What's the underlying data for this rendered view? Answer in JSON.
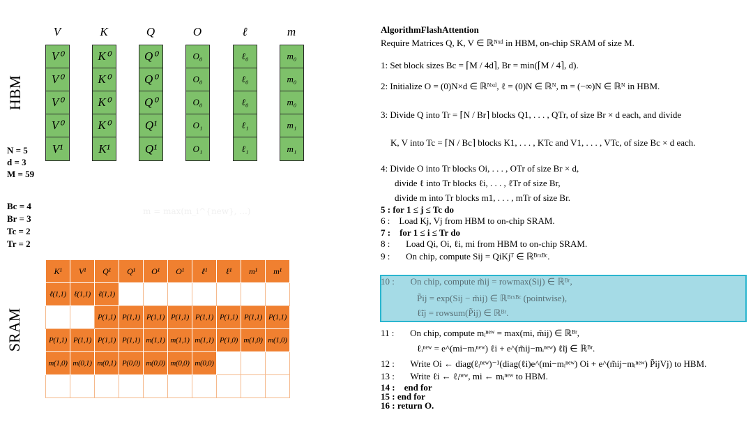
{
  "diagram": {
    "hbm_label": "HBM",
    "sram_label": "SRAM",
    "faint_overlay": "m = max(m_i^{new}, ...)",
    "hbm": {
      "columns": [
        {
          "header": "V",
          "cells": [
            "V⁰",
            "V⁰",
            "V⁰",
            "V⁰",
            "V¹"
          ]
        },
        {
          "header": "K",
          "cells": [
            "K⁰",
            "K⁰",
            "K⁰",
            "K⁰",
            "K¹"
          ]
        },
        {
          "header": "Q",
          "cells": [
            "Q⁰",
            "Q⁰",
            "Q⁰",
            "Q¹",
            "Q¹"
          ]
        },
        {
          "header": "O",
          "cells": [
            "O₀",
            "O₀",
            "O₀",
            "O₁",
            "O₁"
          ]
        },
        {
          "header": "ℓ",
          "cells": [
            "ℓ₀",
            "ℓ₀",
            "ℓ₀",
            "ℓ₁",
            "ℓ₁"
          ]
        },
        {
          "header": "m",
          "cells": [
            "m₀",
            "m₀",
            "m₀",
            "m₁",
            "m₁"
          ]
        }
      ]
    },
    "params_top": [
      "N = 5",
      "d = 3",
      "M = 59"
    ],
    "params_bottom": [
      "Bc = 4",
      "Br = 3",
      "Tc = 2",
      "Tr = 2"
    ],
    "sram_rows": [
      {
        "cells": [
          "K¹",
          "V¹",
          "Q¹",
          "Q¹",
          "O¹",
          "O¹",
          "ℓ¹",
          "ℓ¹",
          "m¹",
          "m¹"
        ],
        "fill": [
          1,
          1,
          1,
          1,
          1,
          1,
          1,
          1,
          1,
          1
        ]
      },
      {
        "cells": [
          "ℓ(1,1)",
          "ℓ(1,1)",
          "ℓ(1,1)",
          "",
          "",
          "",
          "",
          "",
          "",
          ""
        ],
        "fill": [
          1,
          1,
          1,
          0,
          0,
          0,
          0,
          0,
          0,
          0
        ]
      },
      {
        "cells": [
          "",
          "",
          "P(1,1)",
          "P(1,1)",
          "P(1,1)",
          "P(1,1)",
          "P(1,1)",
          "P(1,1)",
          "P(1,1)",
          "P(1,1)"
        ],
        "fill": [
          0,
          0,
          1,
          1,
          1,
          1,
          1,
          1,
          1,
          1
        ]
      },
      {
        "cells": [
          "P(1,1)",
          "P(1,1)",
          "P(1,1)",
          "P(1,1)",
          "m(1,1)",
          "m(1,1)",
          "m(1,1)",
          "P(1,0)",
          "m(1,0)",
          "m(1,0)"
        ],
        "fill": [
          1,
          1,
          1,
          1,
          1,
          1,
          1,
          1,
          1,
          1
        ]
      },
      {
        "cells": [
          "m(1,0)",
          "m(0,1)",
          "m(0,1)",
          "P(0,0)",
          "m(0,0)",
          "m(0,0)",
          "m(0,0)",
          "",
          "",
          ""
        ],
        "fill": [
          1,
          1,
          1,
          1,
          1,
          1,
          1,
          0,
          0,
          0
        ]
      },
      {
        "cells": [
          "",
          "",
          "",
          "",
          "",
          "",
          "",
          "",
          "",
          ""
        ],
        "fill": [
          0,
          0,
          0,
          0,
          0,
          0,
          0,
          0,
          0,
          0
        ]
      }
    ]
  },
  "algorithm": {
    "title": "AlgorithmFlashAttention",
    "require": "Require Matrices Q, K, V ∈ ℝᴺˣᵈ in HBM, on-chip SRAM of size M.",
    "s1": "1: Set block sizes Bc = ⌈M / 4d⌉, Br = min(⌈M / 4⌉, d).",
    "s2": "2: Initialize O = (0)N×d ∈ ℝᴺˣᵈ, ℓ = (0)N ∈ ℝᴺ, m = (−∞)N ∈ ℝᴺ in HBM.",
    "s3a": "3: Divide Q into Tr = ⌈N / Br⌉ blocks Q1, . . . , QTr, of size Br × d each, and divide",
    "s3b": "K, V into Tc = ⌈N / Bc⌉ blocks K1, . . . , KTc and V1, . . . , VTc, of size Bc × d each.",
    "s4a": "4: Divide O into Tr blocks Oi, . . . , OTr of size Br × d,",
    "s4b": "divide ℓ into Tr blocks ℓi, . . . , ℓTr of size Br,",
    "s4c": "divide m into Tr blocks m1, . . . , mTr of size Br.",
    "s5": "5 : for 1 ≤ j ≤ Tc do",
    "s6": "6 :    Load Kj, Vj from HBM to on-chip SRAM.",
    "s7": "7 :    for 1 ≤ i ≤ Tr do",
    "s8": "8 :       Load Qi, Oi, ℓi, mi from HBM to on-chip SRAM.",
    "s9": "9 :       On chip, compute Sij = QiKjᵀ ∈ ℝᴮʳˣᴮᶜ.",
    "s10a": "10 :       On chip, compute m̃ij = rowmax(Sij) ∈ ℝᴮʳ,",
    "s10b": "P̃ij = exp(Sij − m̃ij) ∈ ℝᴮʳˣᴮᶜ (pointwise),",
    "s10c": "ℓ̃ij = rowsum(P̃ij) ∈ ℝᴮʳ.",
    "s11a": "11 :       On chip, compute mᵢⁿᵉʷ = max(mi, m̃ij) ∈ ℝᴮʳ,",
    "s11b": "ℓᵢⁿᵉʷ = e^(mi−mᵢⁿᵉʷ) ℓi + e^(m̃ij−mᵢⁿᵉʷ) ℓ̃ij ∈ ℝᴮʳ.",
    "s12": "12 :       Write Oi ← diag(ℓᵢⁿᵉʷ)⁻¹(diag(ℓi)e^(mi−mᵢⁿᵉʷ) Oi + e^(m̃ij−mᵢⁿᵉʷ) P̃ijVj) to HBM.",
    "s13": "13 :       Write ℓi ← ℓᵢⁿᵉʷ, mi ← mᵢⁿᵉʷ to HBM.",
    "s14": "14 :    end for",
    "s15": "15 : end for",
    "s16": "16 : return O."
  },
  "colors": {
    "hbm_green": "#7ec16a",
    "sram_orange": "#f08030",
    "highlight_fill": "#a5dbe6",
    "highlight_border": "#2ab6cf"
  }
}
